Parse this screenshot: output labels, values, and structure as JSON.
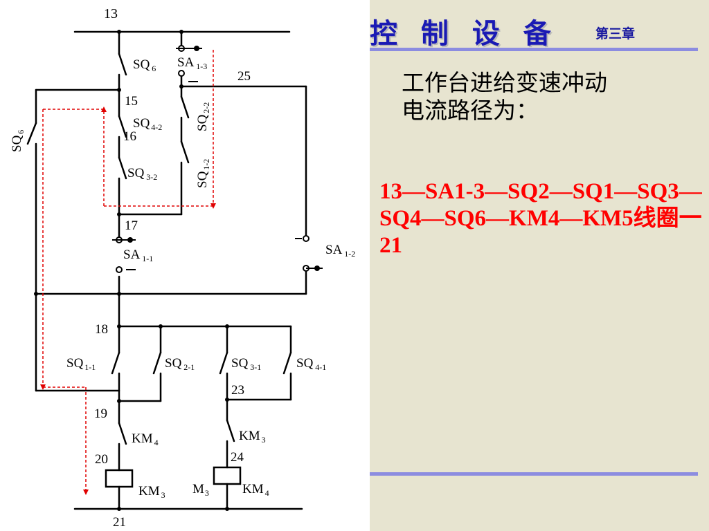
{
  "slide": {
    "title_fragment": "控 制 设 备",
    "chapter": "第三章",
    "intro_line1": "工作台进给变速冲动",
    "intro_line2": "电流路径为：",
    "path_text": "13—SA1-3—SQ2—SQ1—SQ3—SQ4—SQ6—KM4—KM5线圈一21",
    "colors": {
      "title": "#1a1ab4",
      "path": "#ff0000",
      "rule": "#8c8ce0",
      "background": "#e7e4d0"
    }
  },
  "diagram": {
    "labels": {
      "n13": "13",
      "n15": "15",
      "n16": "16",
      "n17": "17",
      "n18": "18",
      "n19": "19",
      "n20": "20",
      "n21": "21",
      "n23": "23",
      "n24": "24",
      "n25": "25",
      "sq6": "SQ",
      "sq6_sub": "6",
      "sa13": "SA",
      "sa13_sub": "1-3",
      "sq42": "SQ",
      "sq42_sub": "4-2",
      "sq32": "SQ",
      "sq32_sub": "3-2",
      "sq22": "SQ",
      "sq22_sub": "2-2",
      "sq12": "SQ",
      "sq12_sub": "1-2",
      "sq6_left": "SQ",
      "sq6_left_sub": "6",
      "sa11": "SA",
      "sa11_sub": "1-1",
      "sa12": "SA",
      "sa12_sub": "1-2",
      "sq11": "SQ",
      "sq11_sub": "1-1",
      "sq21": "SQ",
      "sq21_sub": "2-1",
      "sq31": "SQ",
      "sq31_sub": "3-1",
      "sq41": "SQ",
      "sq41_sub": "4-1",
      "km4": "KM",
      "km4_sub": "4",
      "km3": "KM",
      "km3_sub": "3",
      "km3_coil": "KM",
      "km3_coil_sub": "3",
      "km4_coil": "KM",
      "km4_coil_sub": "4",
      "m3": "M",
      "m3_sub": "3"
    }
  }
}
